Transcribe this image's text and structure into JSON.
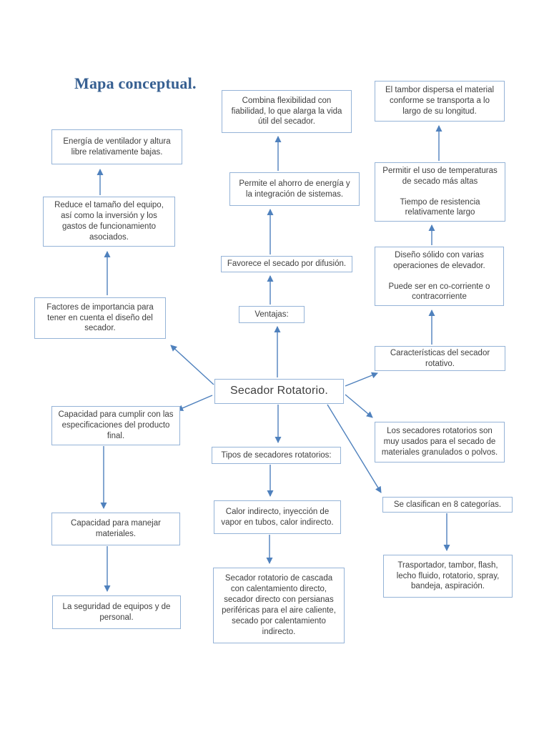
{
  "page": {
    "title": "Mapa conceptual."
  },
  "colors": {
    "title": "#365f91",
    "text": "#3f3f3f",
    "box_border": "#95b3d7",
    "arrow": "#4f81bd",
    "page_bg": "#ffffff"
  },
  "diagram": {
    "type": "concept-map",
    "center": "Secador Rotatorio.",
    "nodes": {
      "energia": "Energía de ventilador y altura libre relativamente bajas.",
      "combina": "Combina flexibilidad con fiabilidad, lo que alarga la vida útil del secador.",
      "tambor": "El tambor dispersa el material conforme se transporta a lo largo de su longitud.",
      "reduce": "Reduce el tamaño del equipo, así como la inversión y los gastos de funcionamiento asociados.",
      "permite": "Permite el ahorro de energía y la integración de sistemas.",
      "permitir_p1": "Permitir el uso de temperaturas de secado más altas",
      "permitir_p2": "Tiempo de resistencia relativamente largo",
      "factores": "Factores de importancia para tener en cuenta el diseño del secador.",
      "favorece": "Favorece el secado por difusión.",
      "diseno_p1": "Diseño sólido con varias operaciones de elevador.",
      "diseno_p2": "Puede ser en co-corriente o contracorriente",
      "ventajas": "Ventajas:",
      "caracteristicas": "Características del secador rotativo.",
      "capacidad_producto": "Capacidad para cumplir con las especificaciones del producto final.",
      "usados": "Los secadores rotatorios son muy usados para el secado de materiales granulados o polvos.",
      "tipos": "Tipos de secadores rotatorios:",
      "clasifican": "Se clasifican en 8 categorías.",
      "calor": "Calor indirecto, inyección de vapor en tubos, calor indirecto.",
      "manejar": "Capacidad para manejar materiales.",
      "categorias_lista": "Trasportador, tambor, flash, lecho fluido, rotatorio, spray, bandeja, aspiración.",
      "seguridad": "La seguridad de equipos y de personal.",
      "cascada": "Secador rotatorio de cascada con calentamiento directo, secador directo con persianas periféricas para el aire caliente, secado por calentamiento indirecto."
    }
  }
}
